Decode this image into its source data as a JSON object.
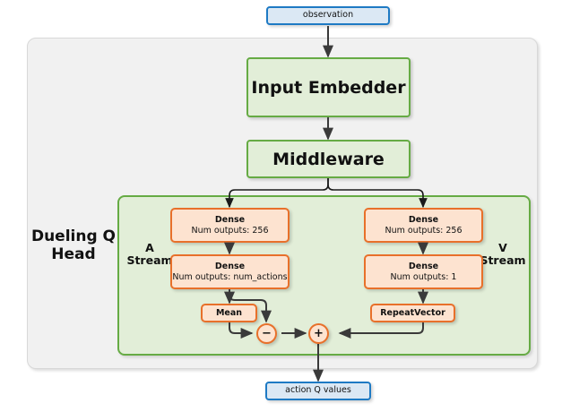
{
  "diagram": {
    "title": "Dueling Q Head network architecture",
    "colors": {
      "io_fill": "#dbe8f4",
      "io_border": "#1e7ac4",
      "module_fill": "#e2eed8",
      "module_border": "#66ab44",
      "op_fill": "#fde3d0",
      "op_border": "#e8702a",
      "outer_fill": "#f1f1f1",
      "outer_border": "#d8d8d8",
      "edge": "#3a3a3a",
      "text": "#111111"
    }
  },
  "io": {
    "input_label": "observation",
    "output_label": "action Q values"
  },
  "modules": {
    "input_embedder": "Input Embedder",
    "middleware": "Middleware"
  },
  "head": {
    "name": "Dueling Q\nHead",
    "advantage_stream_label": "A\nStream",
    "value_stream_label": "V\nStream"
  },
  "advantage_stream": {
    "dense_1": {
      "title": "Dense",
      "subtitle": "Num outputs: 256"
    },
    "dense_2": {
      "title": "Dense",
      "subtitle": "Num outputs: num_actions"
    },
    "mean": {
      "title": "Mean"
    },
    "operator": "−"
  },
  "value_stream": {
    "dense_1": {
      "title": "Dense",
      "subtitle": "Num outputs: 256"
    },
    "dense_2": {
      "title": "Dense",
      "subtitle": "Num outputs: 1"
    },
    "repeat_vector": {
      "title": "RepeatVector"
    },
    "operator": "+"
  }
}
